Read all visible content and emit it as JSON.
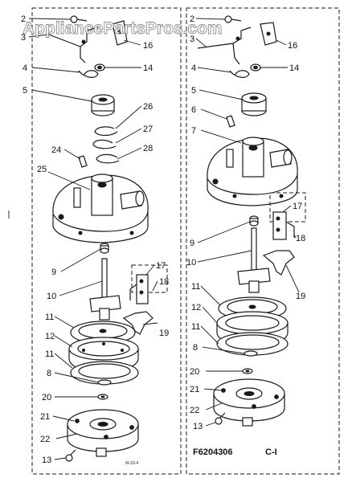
{
  "watermark": "AppliancePartsPros.com",
  "figure_code": "F6204306",
  "section_code": "C-I",
  "small_note": "W-33-4",
  "left_panel_labels": [
    "2",
    "3",
    "16",
    "4",
    "14",
    "5",
    "26",
    "27",
    "24",
    "28",
    "25",
    "9",
    "17",
    "10",
    "18",
    "11",
    "12",
    "19",
    "11",
    "8",
    "20",
    "21",
    "22",
    "13"
  ],
  "right_panel_labels": [
    "2",
    "3",
    "16",
    "4",
    "14",
    "5",
    "6",
    "7",
    "17",
    "9",
    "18",
    "10",
    "19",
    "11",
    "12",
    "11",
    "8",
    "20",
    "21",
    "22",
    "13"
  ]
}
